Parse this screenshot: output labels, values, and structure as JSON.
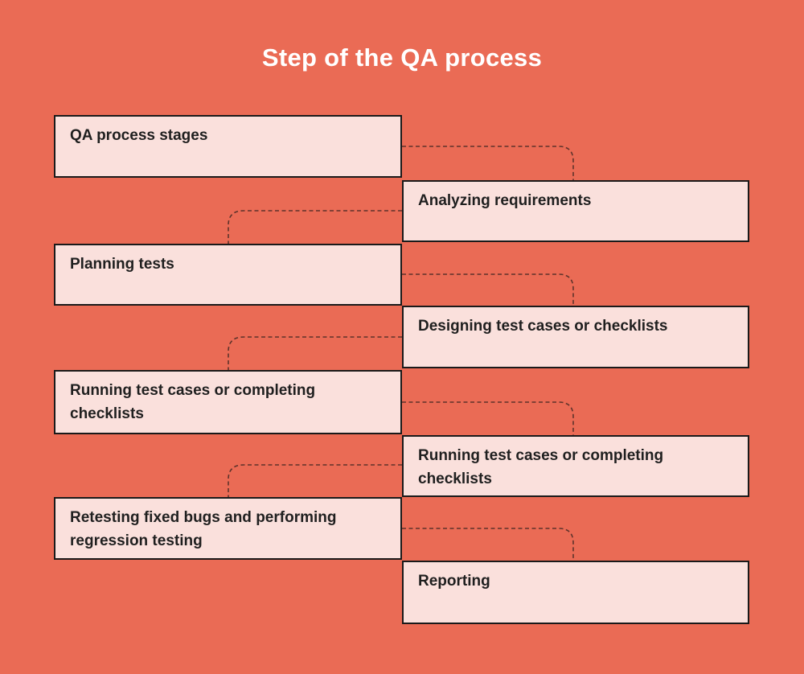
{
  "title": "Step of the QA process",
  "nodes": [
    {
      "label": "QA process stages",
      "side": "left"
    },
    {
      "label": "Analyzing requirements",
      "side": "right"
    },
    {
      "label": "Planning tests",
      "side": "left"
    },
    {
      "label": "Designing test cases or checklists",
      "side": "right"
    },
    {
      "label": "Running test cases or completing checklists",
      "side": "left"
    },
    {
      "label": "Running test cases or completing checklists",
      "side": "right"
    },
    {
      "label": "Retesting fixed bugs and performing regression testing",
      "side": "left"
    },
    {
      "label": "Reporting",
      "side": "right"
    }
  ],
  "colors": {
    "background": "#EA6B55",
    "node_fill": "#FAE0DC",
    "node_border": "#1A1A1A",
    "node_text": "#1F1F1F",
    "title_text": "#FFFFFF",
    "connector": "#5E332B"
  }
}
